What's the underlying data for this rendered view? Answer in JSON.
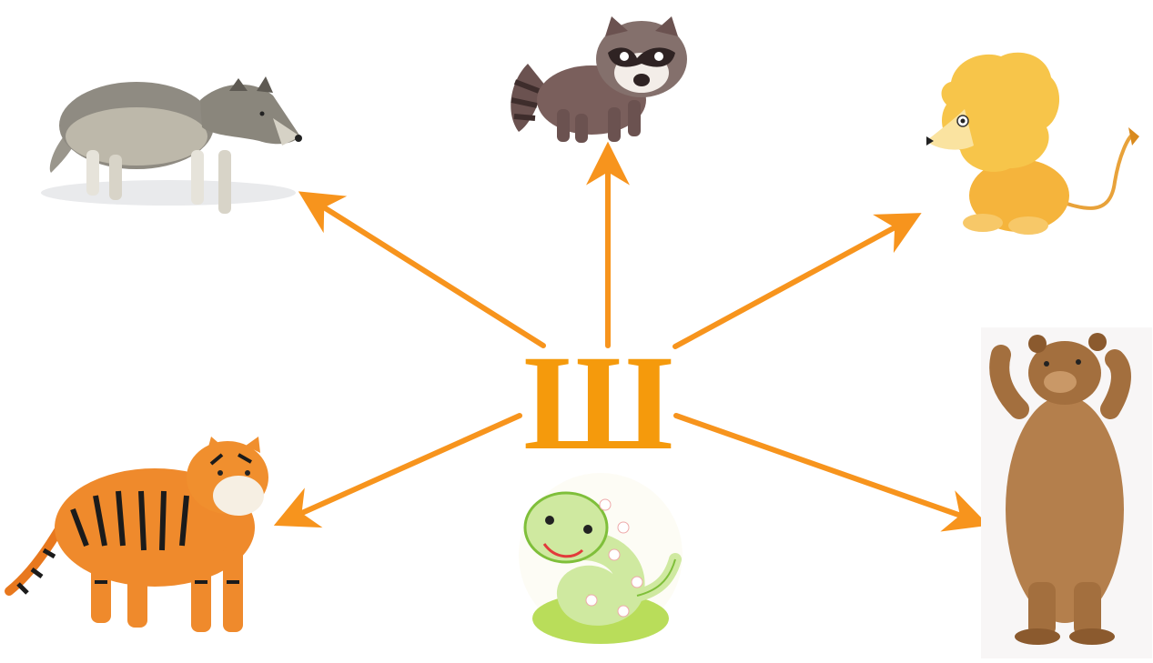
{
  "center": {
    "letter": "Ш",
    "color": "#f59a0c"
  },
  "arrows": {
    "color": "#f7941d",
    "targets": [
      "wolf",
      "raccoon",
      "lion",
      "tiger",
      "bear"
    ]
  },
  "animals": [
    {
      "name": "wolf",
      "icon": "wolf-icon"
    },
    {
      "name": "raccoon",
      "icon": "raccoon-icon"
    },
    {
      "name": "lion",
      "icon": "lion-icon"
    },
    {
      "name": "tiger",
      "icon": "tiger-icon"
    },
    {
      "name": "bear",
      "icon": "bear-icon"
    },
    {
      "name": "snake",
      "icon": "snake-icon"
    }
  ]
}
